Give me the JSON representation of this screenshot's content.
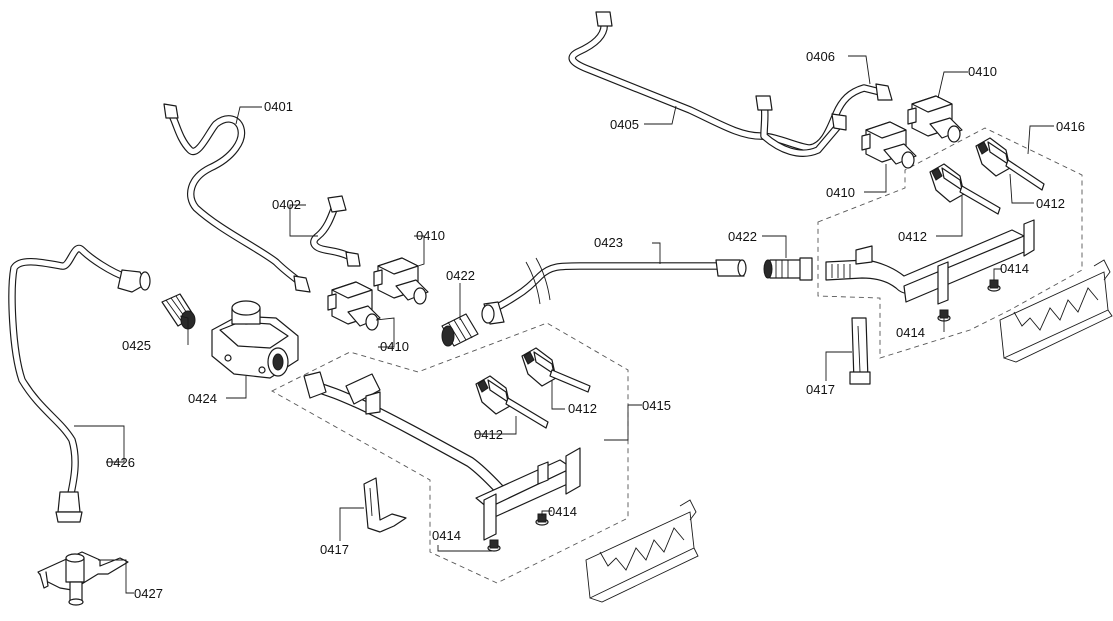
{
  "callouts": {
    "c0401": "0401",
    "c0402": "0402",
    "c0405": "0405",
    "c0406": "0406",
    "c0410a": "0410",
    "c0410b": "0410",
    "c0410c": "0410",
    "c0410d": "0410",
    "c0412a": "0412",
    "c0412b": "0412",
    "c0412c": "0412",
    "c0412d": "0412",
    "c0414a": "0414",
    "c0414b": "0414",
    "c0414c": "0414",
    "c0414d": "0414",
    "c0415": "0415",
    "c0416": "0416",
    "c0417a": "0417",
    "c0417b": "0417",
    "c0422a": "0422",
    "c0422b": "0422",
    "c0423": "0423",
    "c0424": "0424",
    "c0425": "0425",
    "c0426": "0426",
    "c0427": "0427"
  }
}
